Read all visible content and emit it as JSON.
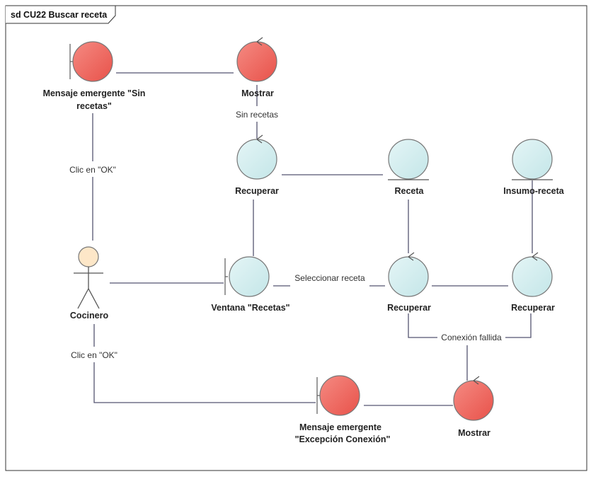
{
  "diagram": {
    "title": "sd CU22 Buscar receta",
    "colors": {
      "boundary_fill": "#f07068",
      "entity_fill": "#d6eef0",
      "actor_fill": "#fde7c8",
      "stroke": "#666666"
    },
    "nodes": {
      "msg_sin_recetas": {
        "type": "boundary",
        "color": "red",
        "label_lines": [
          "Mensaje emergente \"Sin",
          "recetas\""
        ]
      },
      "mostrar_top": {
        "type": "control",
        "color": "red",
        "label_lines": [
          "Mostrar"
        ]
      },
      "recuperar_top": {
        "type": "control",
        "color": "cyan",
        "label_lines": [
          "Recuperar"
        ]
      },
      "receta": {
        "type": "entity",
        "color": "cyan",
        "label_lines": [
          "Receta"
        ]
      },
      "insumo_receta": {
        "type": "entity",
        "color": "cyan",
        "label_lines": [
          "Insumo-receta"
        ]
      },
      "cocinero": {
        "type": "actor",
        "label_lines": [
          "Cocinero"
        ]
      },
      "ventana_recetas": {
        "type": "boundary",
        "color": "cyan",
        "label_lines": [
          "Ventana \"Recetas\""
        ]
      },
      "recuperar_mid": {
        "type": "control",
        "color": "cyan",
        "label_lines": [
          "Recuperar"
        ]
      },
      "recuperar_right": {
        "type": "control",
        "color": "cyan",
        "label_lines": [
          "Recuperar"
        ]
      },
      "msg_excepcion": {
        "type": "boundary",
        "color": "red",
        "label_lines": [
          "Mensaje emergente",
          "\"Excepción Conexión\""
        ]
      },
      "mostrar_bottom": {
        "type": "control",
        "color": "red",
        "label_lines": [
          "Mostrar"
        ]
      }
    },
    "edge_labels": {
      "sin_recetas": "Sin recetas",
      "clic_ok_top": "Clic en \"OK\"",
      "seleccionar_receta": "Seleccionar receta",
      "conexion_fallida": "Conexión fallida",
      "clic_ok_bottom": "Clic en \"OK\""
    }
  }
}
